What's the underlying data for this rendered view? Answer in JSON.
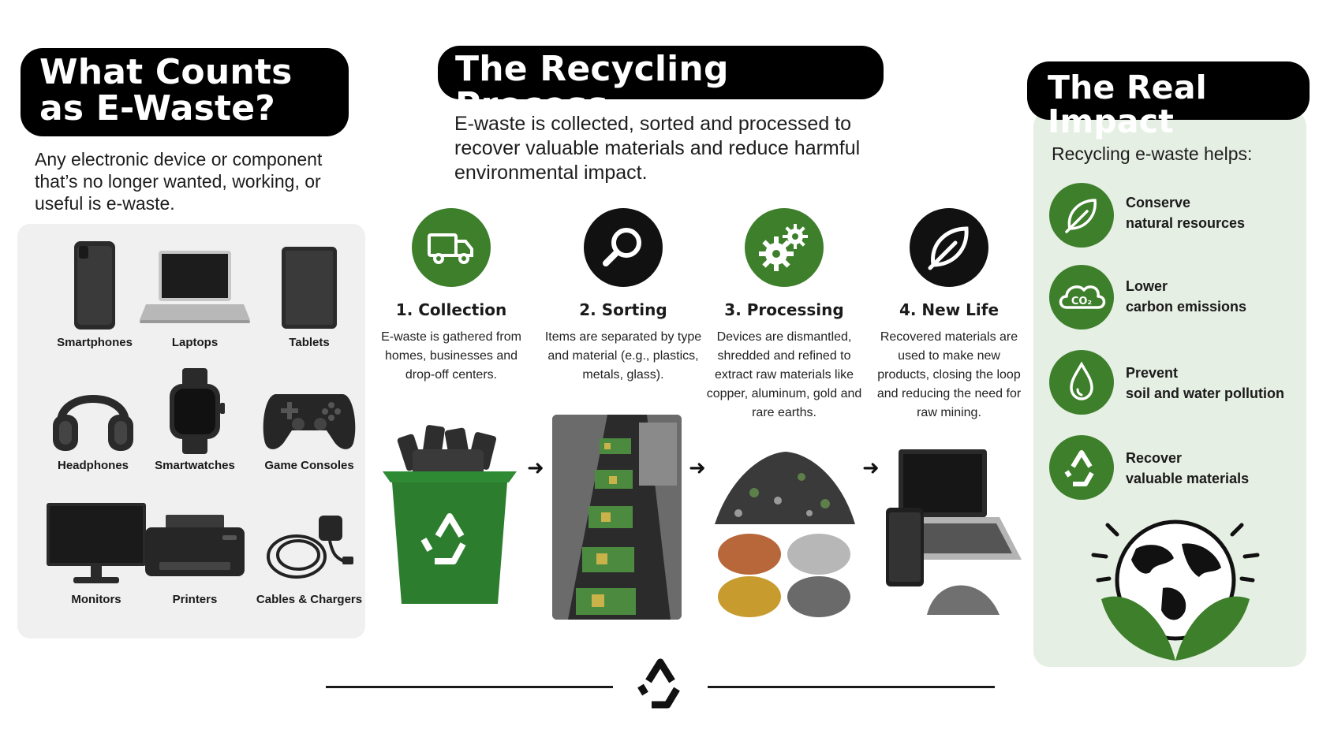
{
  "left": {
    "title": "What Counts as E-Waste?",
    "intro": "Any electronic device or component that’s no longer wanted, working, or useful is e-waste.",
    "devices": [
      {
        "label": "Smartphones",
        "icon": "smartphone-icon"
      },
      {
        "label": "Laptops",
        "icon": "laptop-icon"
      },
      {
        "label": "Tablets",
        "icon": "tablet-icon"
      },
      {
        "label": "Headphones",
        "icon": "headphones-icon"
      },
      {
        "label": "Smartwatches",
        "icon": "smartwatch-icon"
      },
      {
        "label": "Game Consoles",
        "icon": "game-controller-icon"
      },
      {
        "label": "Monitors",
        "icon": "monitor-icon"
      },
      {
        "label": "Printers",
        "icon": "printer-icon"
      },
      {
        "label": "Cables & Chargers",
        "icon": "cable-charger-icon"
      }
    ]
  },
  "middle": {
    "title": "The Recycling Process",
    "intro": "E-waste is collected, sorted and processed to recover valuable materials and reduce harmful environmental impact.",
    "steps": [
      {
        "title": "1. Collection",
        "desc": "E-waste is gathered from homes, businesses and drop-off centers.",
        "icon": "truck-icon",
        "icon_bg": "#3d7f2b"
      },
      {
        "title": "2. Sorting",
        "desc": "Items are separated by type and material (e.g., plastics, metals, glass).",
        "icon": "magnifier-icon",
        "icon_bg": "#111111"
      },
      {
        "title": "3. Processing",
        "desc": "Devices are dismantled, shredded and refined to extract raw materials like copper, aluminum, gold and rare earths.",
        "icon": "gears-icon",
        "icon_bg": "#3d7f2b"
      },
      {
        "title": "4. New Life",
        "desc": "Recovered materials are used to make new products, closing the loop and reducing the need for raw mining.",
        "icon": "leaf-icon",
        "icon_bg": "#111111"
      }
    ]
  },
  "right": {
    "title": "The Real Impact",
    "intro": "Recycling e-waste helps:",
    "benefits": [
      {
        "line1": "Conserve",
        "line2": "natural resources",
        "icon": "leaf-icon"
      },
      {
        "line1": "Lower",
        "line2": "carbon emissions",
        "icon": "co2-cloud-icon",
        "icon_text": "CO₂"
      },
      {
        "line1": "Prevent",
        "line2": "soil and water pollution",
        "icon": "water-drop-icon"
      },
      {
        "line1": "Recover",
        "line2": "valuable materials",
        "icon": "recycle-icon"
      }
    ]
  },
  "colors": {
    "accent_green": "#3d7f2b",
    "panel_green": "#e6efe3",
    "panel_grey": "#f0f0f0",
    "dark": "#111111"
  }
}
